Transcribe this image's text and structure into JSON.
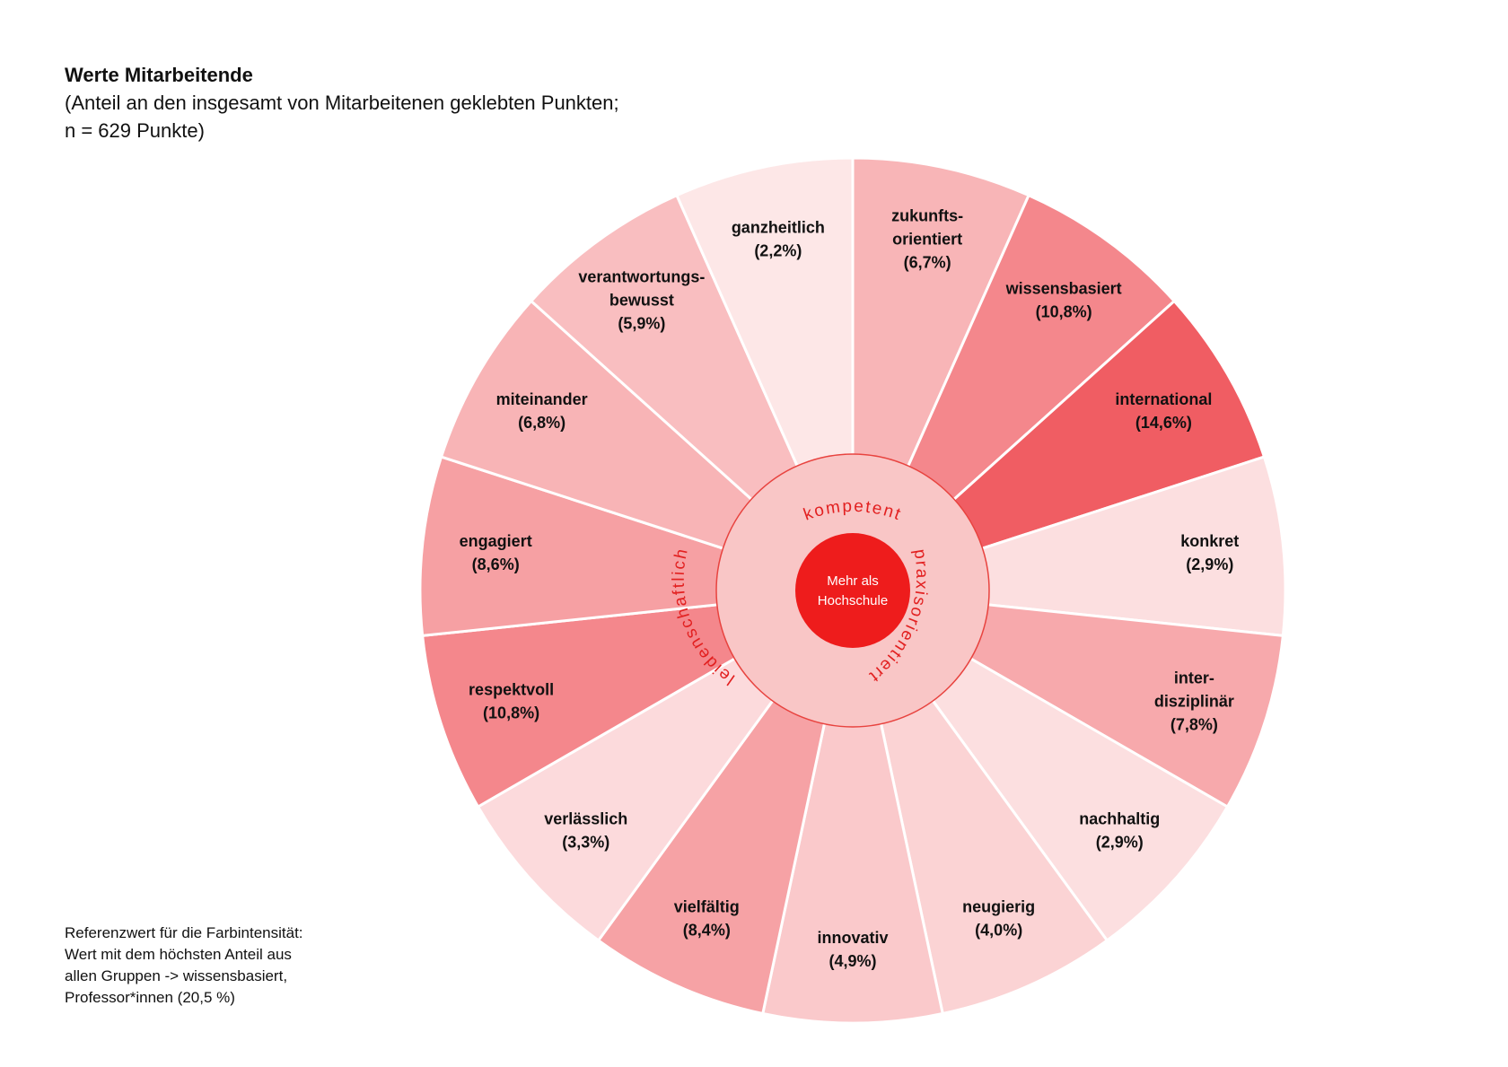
{
  "header": {
    "title": "Werte Mitarbeitende",
    "subtitle_line1": "(Anteil an den insgesamt von Mitarbeitenen geklebten Punkten;",
    "subtitle_line2": "n = 629 Punkte)"
  },
  "note": {
    "line1": "Referenzwert für die Farbintensität:",
    "line2": "Wert mit dem höchsten Anteil aus",
    "line3": "allen Gruppen -> wissensbasiert,",
    "line4": "Professor*innen (20,5 %)"
  },
  "chart_data": {
    "type": "pie",
    "title": "Werte Mitarbeitende",
    "center_text": [
      "Mehr als",
      "Hochschule"
    ],
    "inner_ring_labels": [
      "kompetent",
      "praxisorientiert",
      "leidenschaftlich"
    ],
    "reference_value": 20.5,
    "colors": {
      "base_red": "#ea1c24",
      "inner_ring_fill": "#f9c6c6",
      "inner_ring_stroke": "#e8433f",
      "center_fill": "#ee1c1c"
    },
    "segments": [
      {
        "label": [
          "zukunfts-",
          "orientiert"
        ],
        "value_text": "(6,7%)",
        "value": 6.7
      },
      {
        "label": [
          "wissensbasiert"
        ],
        "value_text": "(10,8%)",
        "value": 10.8
      },
      {
        "label": [
          "international"
        ],
        "value_text": "(14,6%)",
        "value": 14.6
      },
      {
        "label": [
          "konkret"
        ],
        "value_text": "(2,9%)",
        "value": 2.9
      },
      {
        "label": [
          "inter-",
          "disziplinär"
        ],
        "value_text": "(7,8%)",
        "value": 7.8
      },
      {
        "label": [
          "nachhaltig"
        ],
        "value_text": "(2,9%)",
        "value": 2.9
      },
      {
        "label": [
          "neugierig"
        ],
        "value_text": "(4,0%)",
        "value": 4.0
      },
      {
        "label": [
          "innovativ"
        ],
        "value_text": "(4,9%)",
        "value": 4.9
      },
      {
        "label": [
          "vielfältig"
        ],
        "value_text": "(8,4%)",
        "value": 8.4
      },
      {
        "label": [
          "verlässlich"
        ],
        "value_text": "(3,3%)",
        "value": 3.3
      },
      {
        "label": [
          "respektvoll"
        ],
        "value_text": "(10,8%)",
        "value": 10.8
      },
      {
        "label": [
          "engagiert"
        ],
        "value_text": "(8,6%)",
        "value": 8.6
      },
      {
        "label": [
          "miteinander"
        ],
        "value_text": "(6,8%)",
        "value": 6.8
      },
      {
        "label": [
          "verantwortungs-",
          "bewusst"
        ],
        "value_text": "(5,9%)",
        "value": 5.9
      },
      {
        "label": [
          "ganzheitlich"
        ],
        "value_text": "(2,2%)",
        "value": 2.2
      }
    ]
  }
}
